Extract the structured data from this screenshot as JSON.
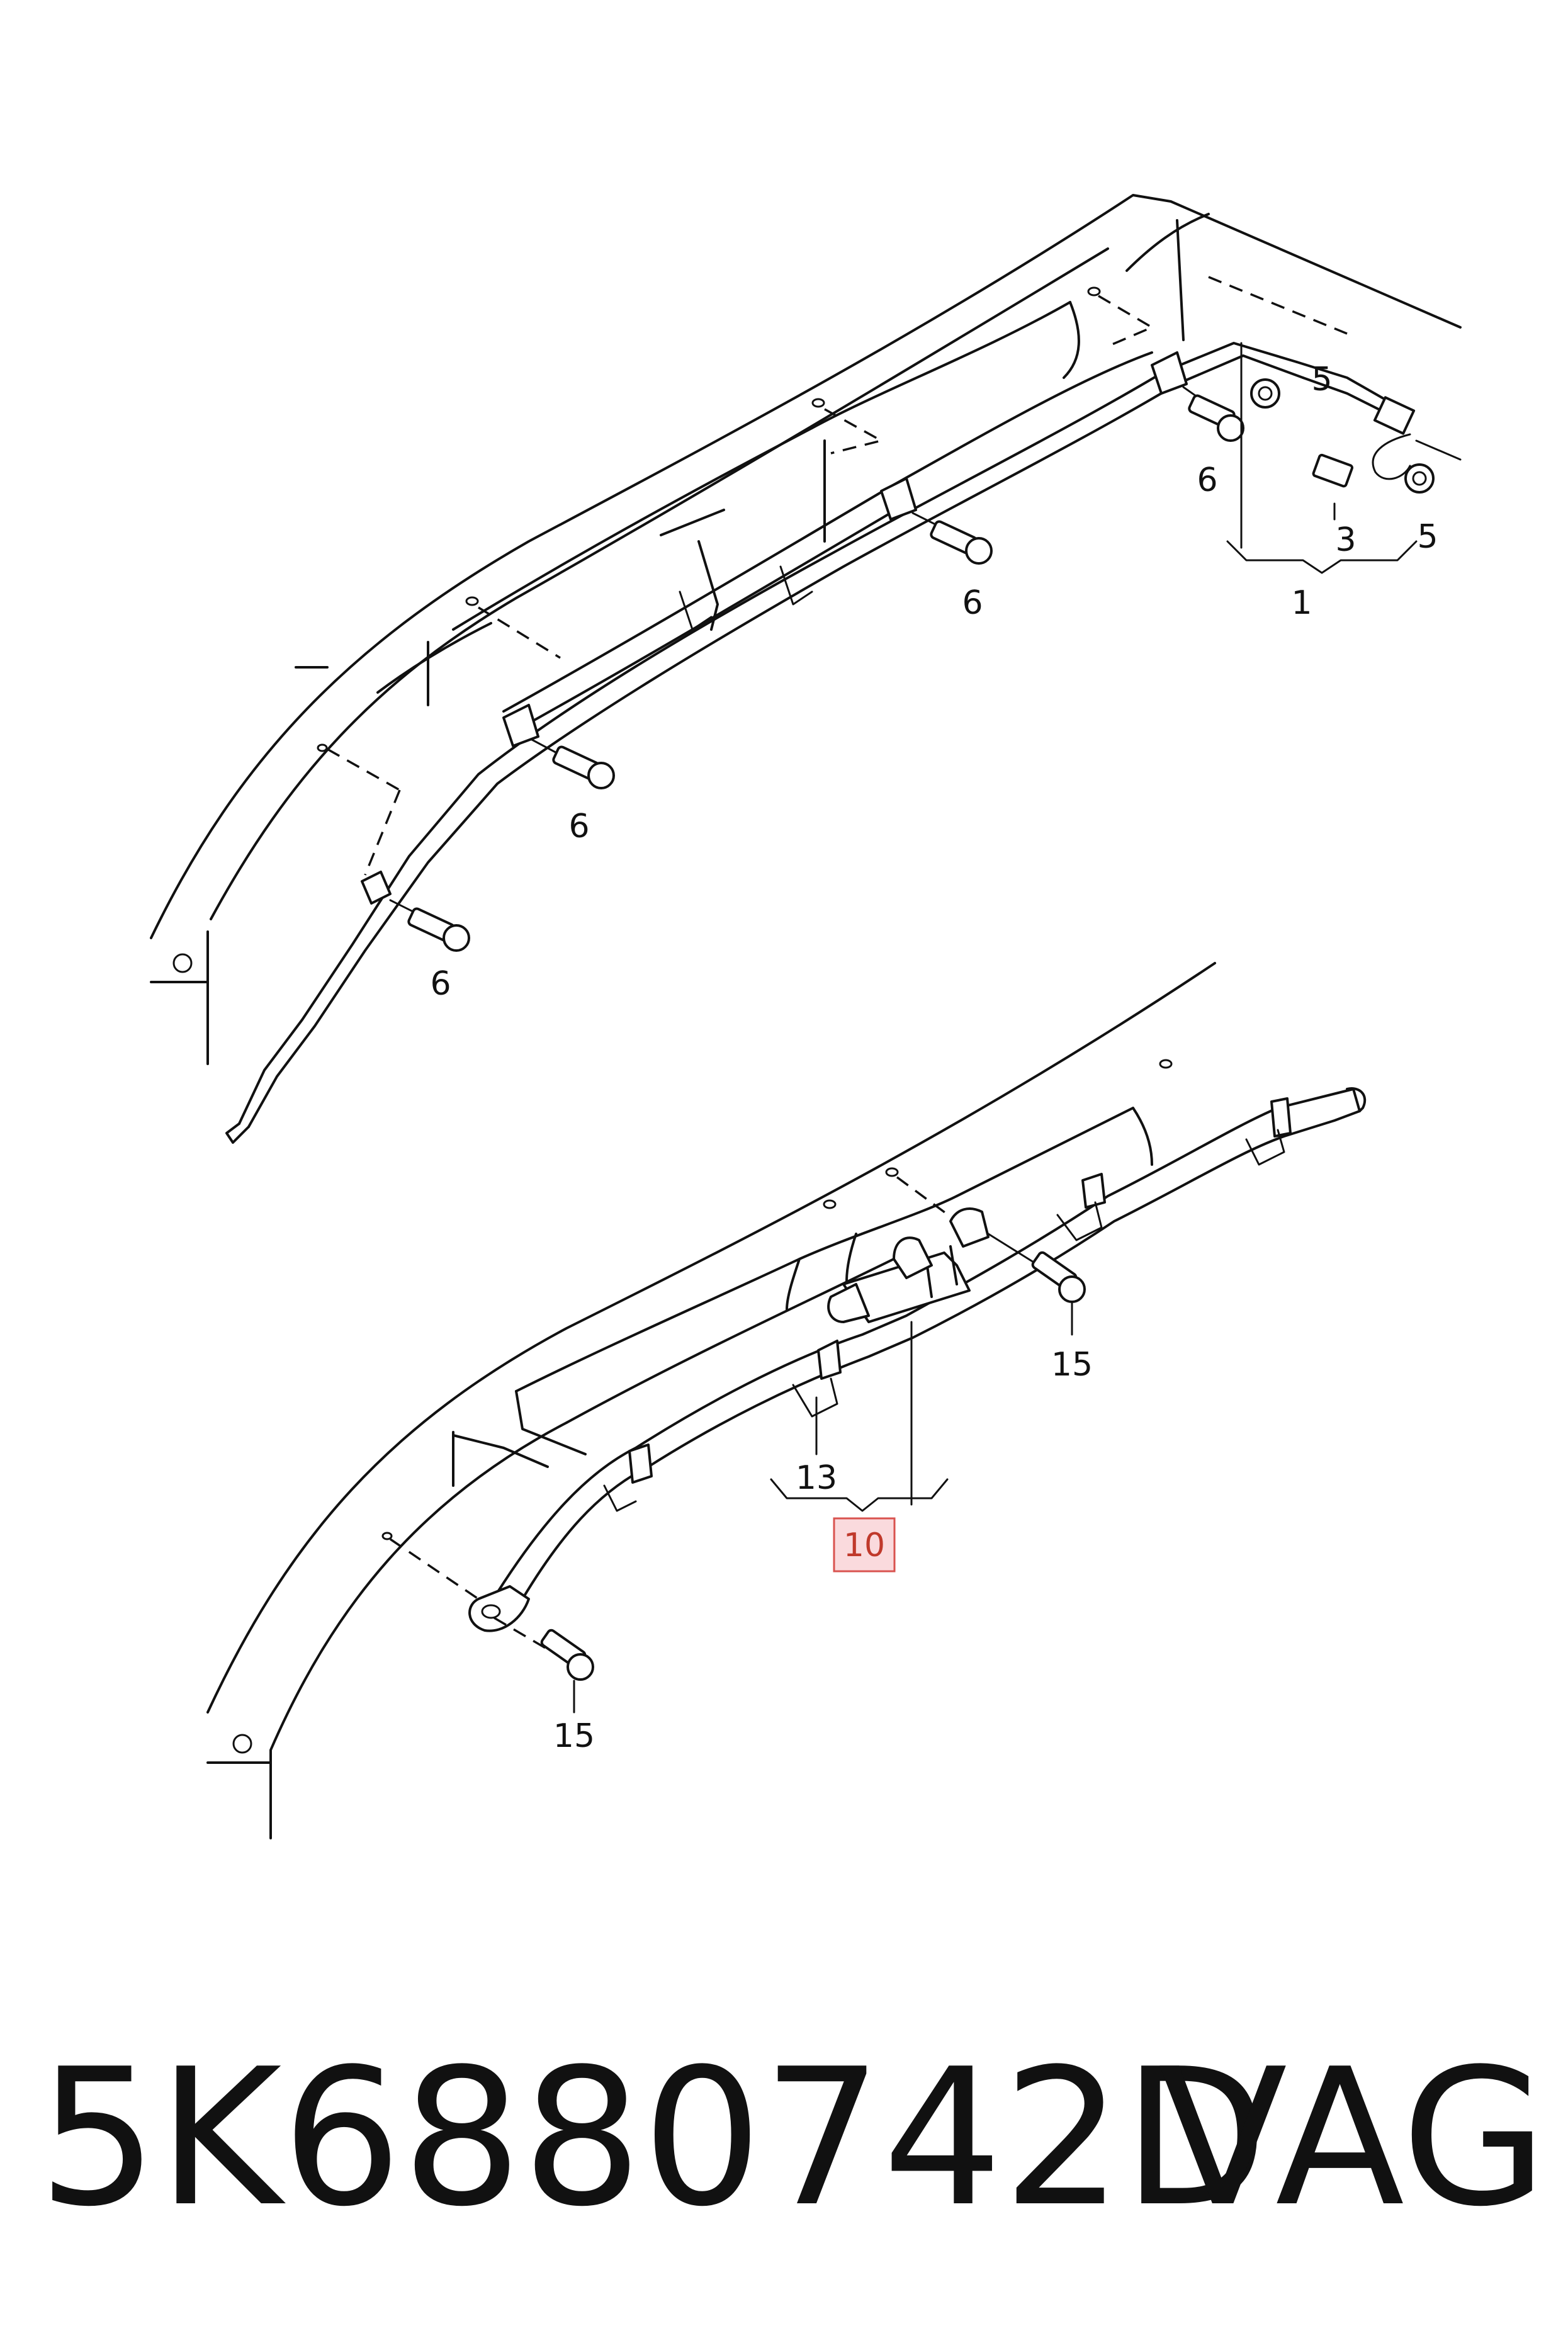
{
  "diagram": {
    "upper_assembly": {
      "callouts": [
        "1",
        "3",
        "5",
        "5",
        "6",
        "6",
        "6",
        "6"
      ]
    },
    "lower_assembly": {
      "callouts": [
        "10",
        "13",
        "15",
        "15"
      ],
      "highlighted_callout": "10"
    }
  },
  "footer": {
    "part_number": "5K6880742D",
    "brand": "VAG"
  },
  "colors": {
    "line": "#111111",
    "highlight_fill": "#fadadd",
    "highlight_stroke": "#d9534f",
    "highlight_text": "#c0392b"
  }
}
